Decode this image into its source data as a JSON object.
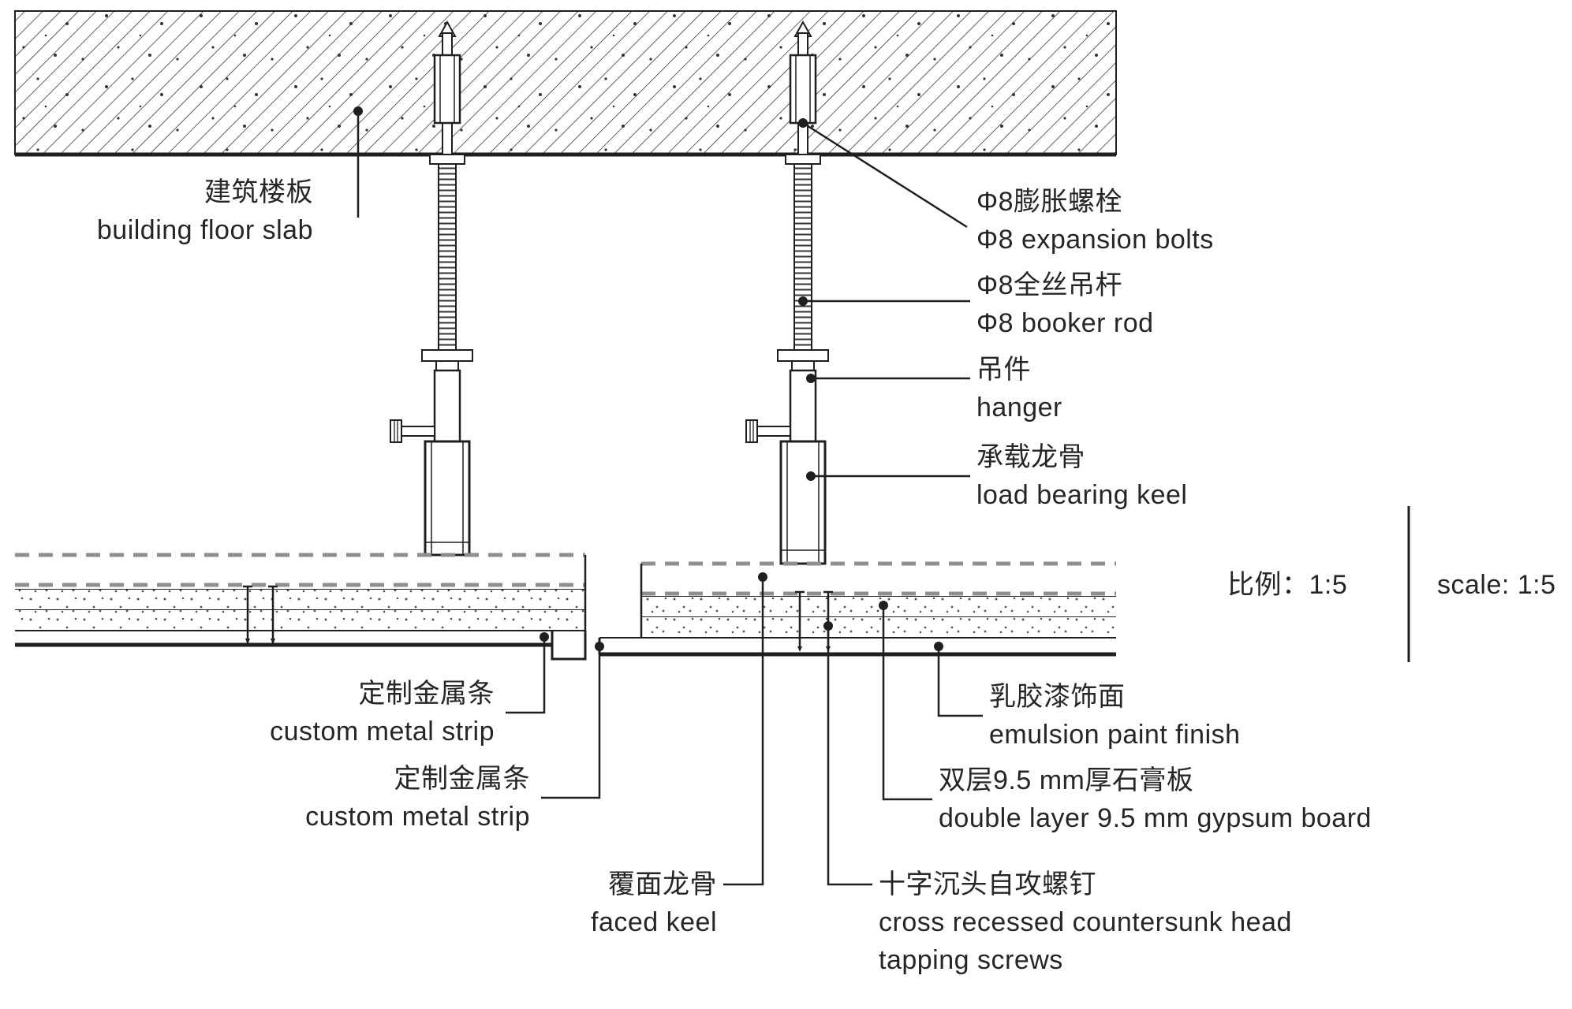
{
  "drawing": {
    "labels": {
      "building_floor_slab": {
        "zh": "建筑楼板",
        "en": "building floor slab"
      },
      "expansion_bolts": {
        "zh": "Φ8膨胀螺栓",
        "en": "Φ8 expansion bolts"
      },
      "booker_rod": {
        "zh": "Φ8全丝吊杆",
        "en": "Φ8 booker rod"
      },
      "hanger": {
        "zh": "吊件",
        "en": "hanger"
      },
      "load_bearing_keel": {
        "zh": "承载龙骨",
        "en": "load bearing keel"
      },
      "custom_metal_strip_upper": {
        "zh": "定制金属条",
        "en": "custom metal strip"
      },
      "custom_metal_strip_lower": {
        "zh": "定制金属条",
        "en": "custom metal strip"
      },
      "emulsion_paint_finish": {
        "zh": "乳胶漆饰面",
        "en": "emulsion paint finish"
      },
      "gypsum_board": {
        "zh": "双层9.5 mm厚石膏板",
        "en": "double layer 9.5 mm gypsum board"
      },
      "faced_keel": {
        "zh": "覆面龙骨",
        "en": "faced keel"
      },
      "tapping_screws": {
        "zh": "十字沉头自攻螺钉",
        "en1": "cross recessed countersunk head",
        "en2": "tapping screws"
      }
    },
    "scale": {
      "zh": "比例：1:5",
      "en": "scale: 1:5"
    },
    "colors": {
      "line": "#1f1f1f",
      "dashed_keel": "#8f8f8f",
      "text": "#262626",
      "background": "#ffffff"
    }
  }
}
